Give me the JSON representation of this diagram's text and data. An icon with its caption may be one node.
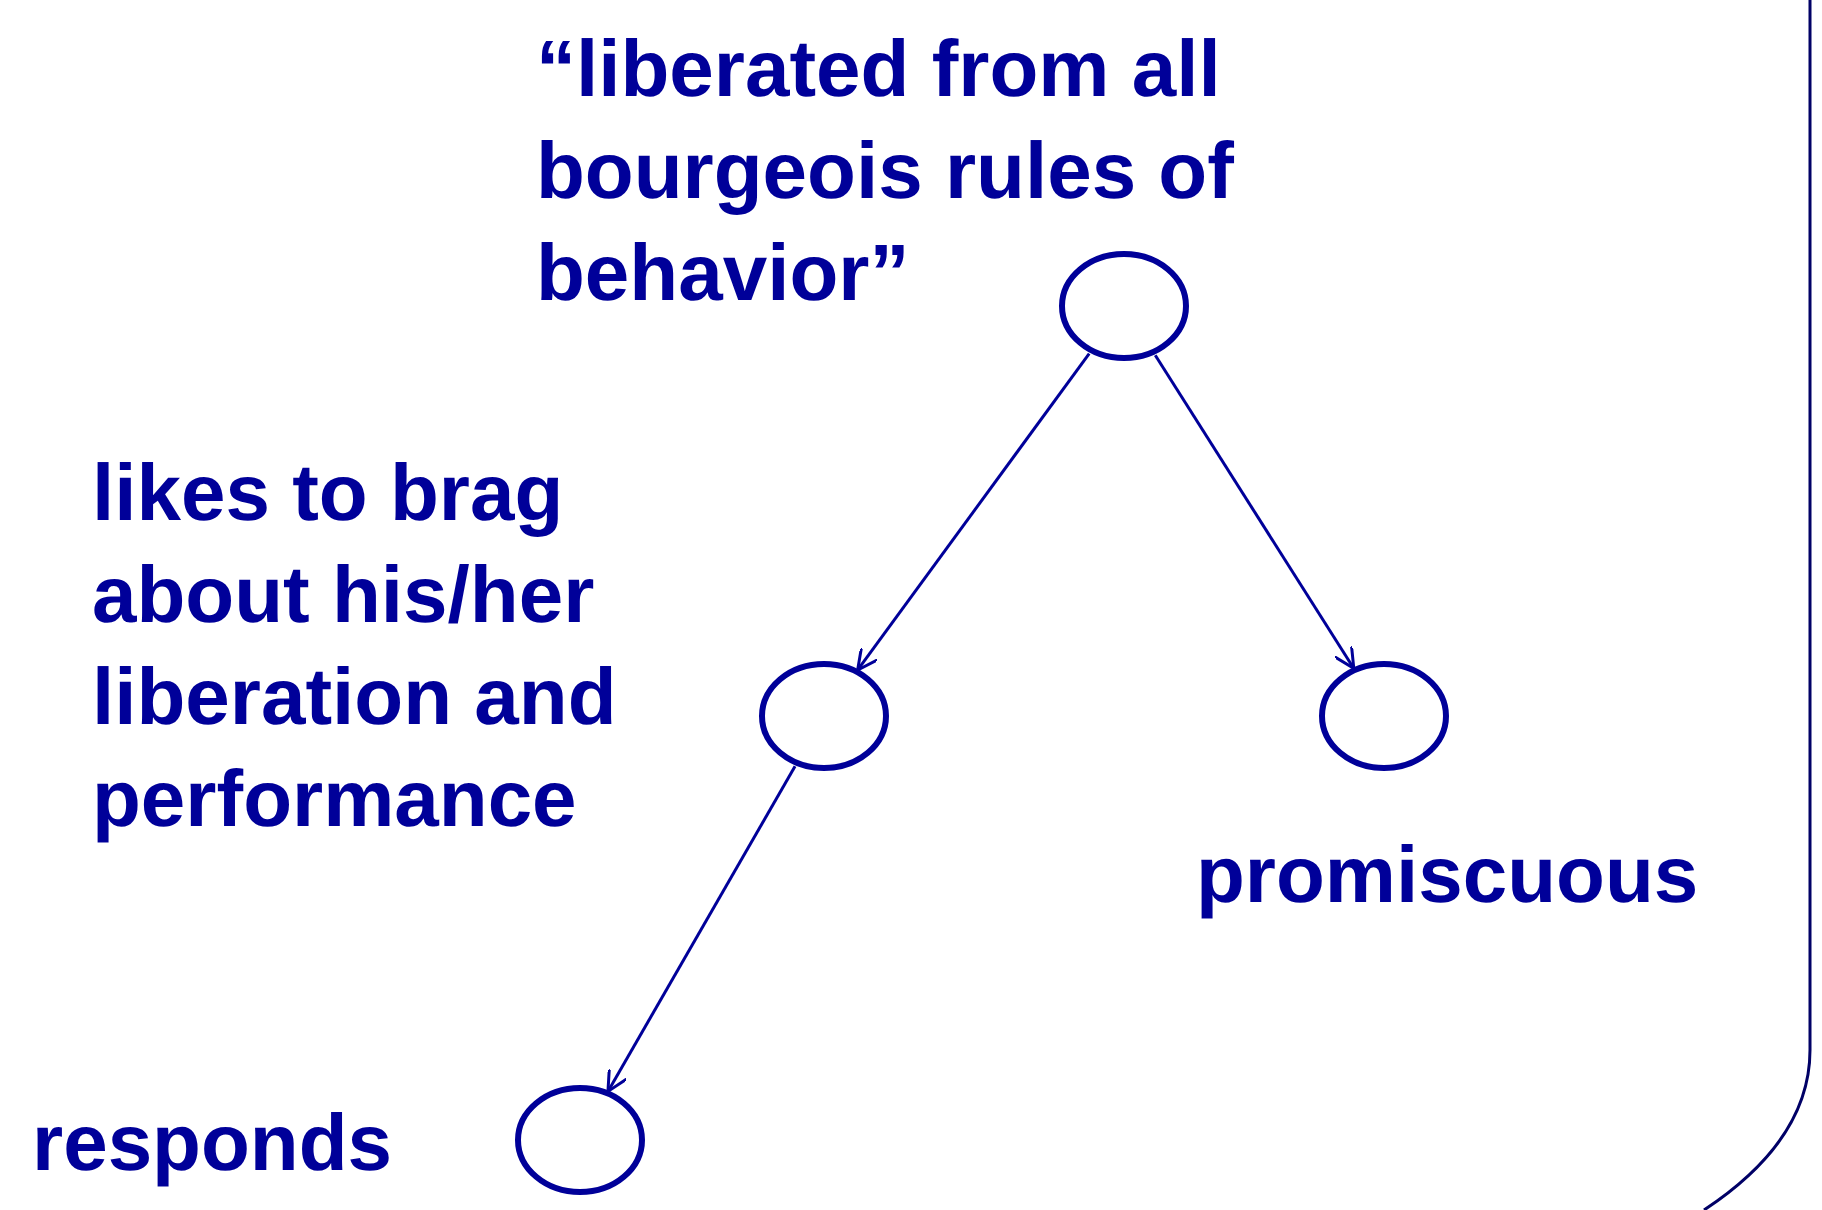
{
  "diagram": {
    "nodes": [
      {
        "text": [],
        "shape": "circle",
        "beside": [
          "“liberated from all bourgeois rules of behavior”"
        ]
      },
      {
        "text": [],
        "shape": "circle",
        "beside": [
          "likes to brag about his/her liberation and performance"
        ]
      },
      {
        "text": [],
        "shape": "circle",
        "beside": [
          "promiscuous"
        ]
      },
      {
        "text": [],
        "shape": "circle",
        "beside": [
          "responds"
        ]
      }
    ],
    "edges": [
      {
        "from": 0,
        "to": 1,
        "arrow": "to"
      },
      {
        "from": 0,
        "to": 2,
        "arrow": "to"
      },
      {
        "from": 1,
        "to": 3,
        "arrow": "to"
      }
    ]
  }
}
